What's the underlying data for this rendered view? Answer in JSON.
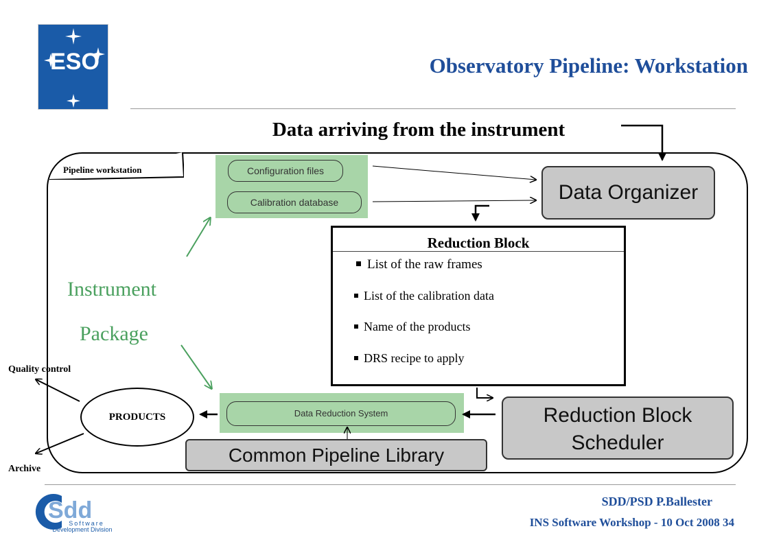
{
  "header": {
    "logo_text": "ESO",
    "title": "Observatory Pipeline: Workstation"
  },
  "diagram": {
    "subtitle": "Data arriving from the instrument",
    "workstation_label": "Pipeline workstation",
    "config_files": "Configuration files",
    "calib_db": "Calibration database",
    "data_organizer": "Data Organizer",
    "reduction_block": {
      "title": "Reduction Block",
      "items": [
        "List of the raw frames",
        "List of the calibration data",
        "Name of the products",
        "DRS recipe to apply"
      ]
    },
    "instrument_line1": "Instrument",
    "instrument_line2": "Package",
    "quality_control": "Quality control",
    "products": "PRODUCTS",
    "archive": "Archive",
    "drs": "Data Reduction System",
    "cpl": "Common Pipeline Library",
    "scheduler_line1": "Reduction Block",
    "scheduler_line2": "Scheduler"
  },
  "footer": {
    "logo_text": "Sdd",
    "logo_sub1": "Software",
    "logo_sub2": "Development Division",
    "author": "SDD/PSD P.Ballester",
    "event": "INS Software Workshop -  10 Oct 2008  34"
  },
  "colors": {
    "title_blue": "#1f4e9a",
    "eso_blue": "#1a5ba8",
    "instrument_green": "#4aa05e",
    "box_green": "#a8d5a8",
    "box_gray": "#c8c8c8"
  }
}
